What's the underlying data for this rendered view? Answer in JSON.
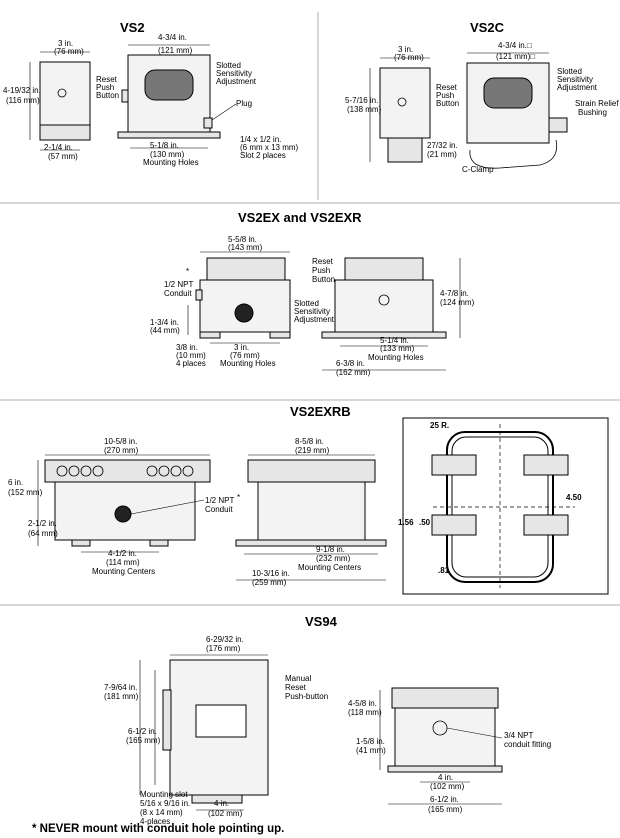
{
  "vs2": {
    "title": "VS2",
    "width_label": "3 in.",
    "width_mm": "(76 mm)",
    "height_label": "4-19/32 in.",
    "height_mm": "(116 mm)",
    "base_label": "2-1/4 in.",
    "base_mm": "(57 mm)",
    "reset_1": "Reset",
    "reset_2": "Push",
    "reset_3": "Button",
    "side_width": "4-3/4 in.",
    "side_width_mm": "(121 mm)",
    "slotted_1": "Slotted",
    "slotted_2": "Sensitivity",
    "slotted_3": "Adjustment",
    "plug": "Plug",
    "holes_label": "5-1/8 in.",
    "holes_mm": "(130 mm)",
    "holes_text": "Mounting Holes",
    "slot_1": "1/4 x 1/2 in.",
    "slot_2": "(6 mm x 13 mm)",
    "slot_3": "Slot 2 places"
  },
  "vs2c": {
    "title": "VS2C",
    "width_label": "3 in.",
    "width_mm": "(76 mm)",
    "height_label": "5-7/16 in.",
    "height_mm": "(138 mm)",
    "reset_1": "Reset",
    "reset_2": "Push",
    "reset_3": "Button",
    "side_width": "4-3/4 in.□",
    "side_width_mm": "(121 mm)□",
    "slotted_1": "Slotted",
    "slotted_2": "Sensitivity",
    "slotted_3": "Adjustment",
    "strain_1": "Strain Relief",
    "strain_2": "Bushing",
    "clamp_dim": "27/32 in.",
    "clamp_mm": "(21 mm)",
    "clamp": "C-Clamp"
  },
  "vs2ex": {
    "title": "VS2EX and VS2EXR",
    "top_width": "5-5/8 in.",
    "top_mm": "(143 mm)",
    "npt_1": "1/2 NPT",
    "npt_2": "Conduit",
    "star": "*",
    "h_label": "1-3/4 in.",
    "h_mm": "(44 mm)",
    "foot_label": "3/8 in.",
    "foot_mm": "(10 mm)",
    "foot_places": "4 places",
    "holes_label": "3 in.",
    "holes_mm": "(76 mm)",
    "holes_text": "Mounting Holes",
    "slotted_1": "Slotted",
    "slotted_2": "Sensitivity",
    "slotted_3": "Adjustment",
    "reset_1": "Reset",
    "reset_2": "Push",
    "reset_3": "Button",
    "height_label": "4-7/8 in.",
    "height_mm": "(124 mm)",
    "r_holes_label": "5-1/4 in.",
    "r_holes_mm": "(133 mm)",
    "r_holes_text": "Mounting Holes",
    "r_base_label": "6-3/8 in.",
    "r_base_mm": "(162 mm)"
  },
  "vs2exrb": {
    "title": "VS2EXRB",
    "width": "10-5/8 in.",
    "width_mm": "(270 mm)",
    "height": "6 in.",
    "height_mm": "(152 mm)",
    "center_h": "2-1/2 in.",
    "center_h_mm": "(64 mm)",
    "centers": "4-1/2 in.",
    "centers_mm": "(114 mm)",
    "centers_text": "Mounting Centers",
    "npt_1": "1/2 NPT",
    "npt_2": "Conduit",
    "star": "*",
    "side_width": "8-5/8 in.",
    "side_width_mm": "(219 mm)",
    "side_centers": "9-1/8 in.",
    "side_centers_mm": "(232 mm)",
    "side_centers_text": "Mounting Centers",
    "side_base": "10-3/16 in.",
    "side_base_mm": "(259 mm)",
    "r25": "25 R.",
    "d450": "4.50",
    "d156": "1.56",
    "d50": ".50",
    "d81": ".81"
  },
  "vs94": {
    "title": "VS94",
    "width": "6-29/32 in.",
    "width_mm": "(176 mm)",
    "height": "7-9/64 in.",
    "height_mm": "(181 mm)",
    "inner_h": "6-1/2 in.",
    "inner_h_mm": "(165 mm)",
    "manual_1": "Manual",
    "manual_2": "Reset",
    "manual_3": "Push-button",
    "slot_1": "Mounting slot",
    "slot_2": "5/16 x 9/16 in.",
    "slot_3": "(8 x 14 mm)",
    "slot_4": "4-places",
    "bottom": "4 in.",
    "bottom_mm": "(102 mm)",
    "side_h": "4-5/8 in.",
    "side_h_mm": "(118 mm)",
    "side_h2": "1-5/8 in.",
    "side_h2_mm": "(41 mm)",
    "npt_1": "3/4 NPT",
    "npt_2": "conduit fitting",
    "side_bottom": "4 in.",
    "side_bottom_mm": "(102 mm)",
    "side_base": "6-1/2 in.",
    "side_base_mm": "(165 mm)"
  },
  "footnote": "* NEVER mount with conduit hole pointing up."
}
